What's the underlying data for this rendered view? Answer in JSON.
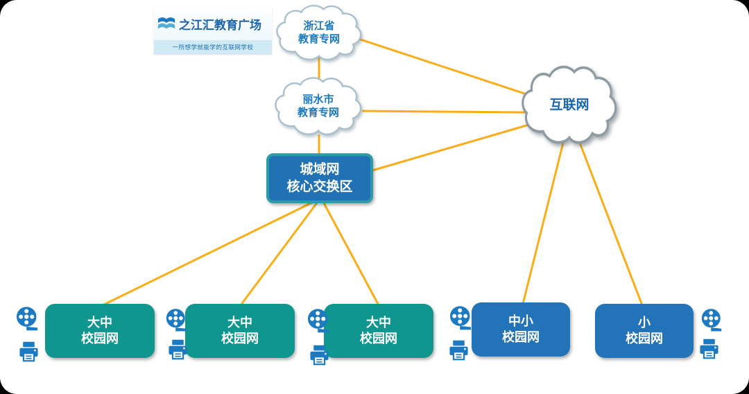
{
  "logo": {
    "title": "之江汇教育广场",
    "subtitle": "一所想学就能学的互联网学校"
  },
  "nodes": {
    "provincial": {
      "line1": "浙江省",
      "line2": "教育专网"
    },
    "city": {
      "line1": "丽水市",
      "line2": "教育专网"
    },
    "internet": {
      "label": "互联网"
    },
    "core": {
      "line1": "城域网",
      "line2": "核心交换区"
    },
    "campus": [
      {
        "line1": "大中",
        "line2": "校园网"
      },
      {
        "line1": "大中",
        "line2": "校园网"
      },
      {
        "line1": "大中",
        "line2": "校园网"
      },
      {
        "line1": "中小",
        "line2": "校园网"
      },
      {
        "line1": "小",
        "line2": "校园网"
      }
    ]
  },
  "icons": {
    "per_campus": [
      "film-reel-icon",
      "printer-icon"
    ],
    "logo": "open-book-logo-icon"
  },
  "colors": {
    "link": "#FBAD18",
    "teal-node": "#0E968F",
    "blue-node": "#2373B9",
    "core-fill": "#2171B5",
    "core-border": "#2E9BA6",
    "cloud-text": "#1878C0",
    "icon-blue": "#1B7AC1"
  }
}
